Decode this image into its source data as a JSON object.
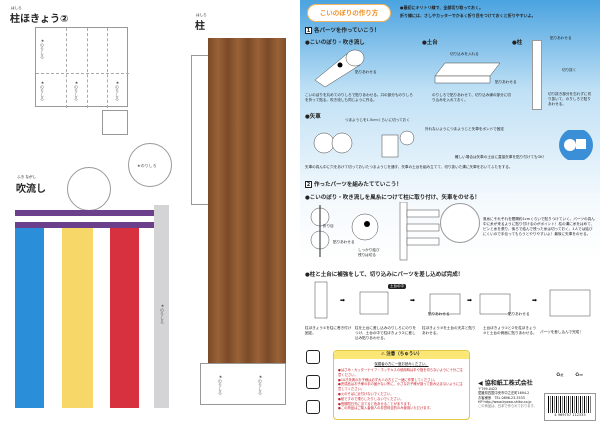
{
  "left": {
    "hashira_hokyo": {
      "ruby": "はしら",
      "title": "柱ほきょう②"
    },
    "hashira": {
      "ruby": "はしら",
      "title": "柱"
    },
    "fukinagashi": {
      "ruby": "ふき ながし",
      "title": "吹流し"
    },
    "glue_label": "★のりしろ",
    "colors": {
      "blue": "#2a8fd8",
      "yellow": "#f7d768",
      "red": "#d7303e",
      "purple": "#6b3f8c",
      "brown": "#8a5530",
      "gray": "#d4d4d6"
    }
  },
  "right": {
    "title": "こいのぼりの作り方",
    "intro": [
      "●最初にキリトリ線で、全部切り取っておく。",
      "折り線には、さしやカッターでかるく折り目をつけておくと折りやすいよ。"
    ],
    "step1": {
      "num": "1",
      "title": "各パーツを作っていこう！",
      "koi": {
        "title": "●こいのぼり・吹き流し",
        "note": "貼りあわせる",
        "desc": "こいのぼりを丸めてのりしろで貼りあわせる。口の部分ものりしろを折って貼る。吹き流しも同じように作る。"
      },
      "dodai": {
        "title": "●土台",
        "note1": "切り込みを入れる",
        "note2": "貼りあわせる",
        "desc": "のりしろで貼りあわせて、切り込み線の部分に切り込みを入れておく。"
      },
      "hashira": {
        "title": "●柱",
        "note1": "貼りあわせる",
        "note2": "切り抜く",
        "desc": "切り抜き部分を忘れずに切り抜いて、のりしろで貼りあわせる。"
      },
      "yaguruma": {
        "title": "●矢車",
        "note1": "つまようじを1.5cmくらいに切っておく",
        "note2": "外れないようにつまようじと矢車をボンドで固定",
        "note3": "難しい場合は矢車の土台に直接矢車を貼り付けてもOK！",
        "desc": "矢車の真ん中に穴をあけて切っておいたつまようじを通す。矢車の土台を組み立てて、切り抜いた溝に矢車をおいてふたをする。"
      }
    },
    "step2": {
      "num": "2",
      "title": "作ったパーツを組みたてていこう！",
      "sub1": "●こいのぼり・吹き流しを風糸につけて柱に取り付け、矢車をのせる！",
      "notes": [
        "折り目",
        "貼りあわせる",
        "しっかり結び 残りは切る"
      ],
      "desc": "風糸にそれぞれを間隔約1cmくらいで貼りつけていく。パーツの真ん中に糸が来るように貼り付けるのがポイント！柱の溝に糸をはめて、ピンと糸を張り、後ろで結んで残った糸は切っておく。1人では結びにくいので手伝ってもらうとやりやすいよ！最後に矢車をのせる。",
      "sub2": "●柱と土台に補強をして、切り込みにパーツを差し込めば完成！",
      "badge": "土台の中",
      "glue": "貼りあわせる",
      "captions": [
        "柱ほきょう①を柱に巻き付け固定。",
        "柱を土台に差し込みのりしろにのりをつけ、土台の中で柱ほきょう②に差し込み貼りあわせる。",
        "柱ほきょう③を土台の天井と貼りあわせる。",
        "土台ほきょう①と②を柱ほきょう③と土台の側面に貼りあわせる。",
        "パーツを差し込んで完成！"
      ]
    },
    "caution": {
      "title": "⚠ 注意（ちゅうい）",
      "lead": "保護者の方に一度お読みください。",
      "items": [
        "●はさみ・カッターナイフ・ホッチキスの使用時は手や指を切らないように十分ご注意ください。",
        "●10才未満のお子様は必ず大人の方とご一緒に作業してください。",
        "●完成品はお子様の手の届かない所に、小さなお子様が誤って飲み込まないように注意してください。",
        "●火のそばに近付けないでください。",
        "●紙ですので濡らしたりしないでください。",
        "●長期間日光に当てると色あせることがあります。",
        "●この商品はご購入者個人の非営利目的のみ使用いただけます。"
      ]
    },
    "company": {
      "name": "協和紙工株式会社",
      "postal": "〒799-0422",
      "address": "愛媛県四国中央市中之庄町1694-2",
      "tel": "お客様係　TEL 0896-23-3533",
      "hp": "HP http://www.kyowa-shiko.co.jp",
      "note": "この商品は、日本で作られております。"
    },
    "barcode": "4 969757 112333",
    "marks": [
      "紙",
      "PP"
    ],
    "accent": "#f08a1c"
  }
}
